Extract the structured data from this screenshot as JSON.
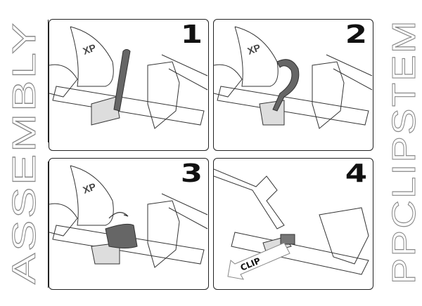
{
  "left_title": "ASSEMBLY",
  "right_title": "PPCLIPSTEM",
  "panels": [
    {
      "step": "1"
    },
    {
      "step": "2"
    },
    {
      "step": "3"
    },
    {
      "step": "4",
      "arrow_label": "CLIP"
    }
  ],
  "colors": {
    "outline": "#222222",
    "strap": "#666666",
    "clip": "#dddddd"
  }
}
